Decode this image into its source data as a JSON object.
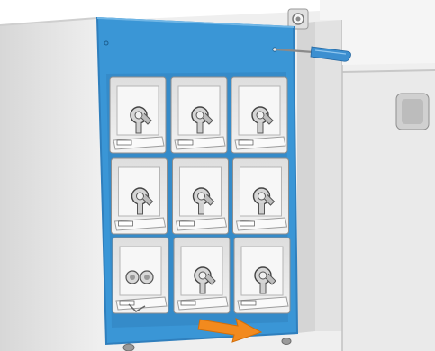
{
  "illustration": {
    "subject": "printer-ink-cartridge-drawer",
    "colors": {
      "panel_blue": "#3a96d6",
      "panel_blue_dark": "#2f7fbd",
      "cabinet_gray": "#e6e6e6",
      "cabinet_shadow": "#bdbdbd",
      "slot_bg": "#e9e9e9",
      "arrow_orange": "#f28a1e",
      "screwdriver_blue": "#3c8fd0"
    },
    "slots": [
      {
        "row": 1,
        "col": 1,
        "kind": "cartridge"
      },
      {
        "row": 1,
        "col": 2,
        "kind": "cartridge"
      },
      {
        "row": 1,
        "col": 3,
        "kind": "cartridge"
      },
      {
        "row": 2,
        "col": 1,
        "kind": "cartridge"
      },
      {
        "row": 2,
        "col": 2,
        "kind": "cartridge"
      },
      {
        "row": 2,
        "col": 3,
        "kind": "cartridge"
      },
      {
        "row": 3,
        "col": 1,
        "kind": "double-connector"
      },
      {
        "row": 3,
        "col": 2,
        "kind": "cartridge"
      },
      {
        "row": 3,
        "col": 3,
        "kind": "cartridge"
      }
    ],
    "icons": {
      "screwdriver": "screwdriver-icon",
      "pull_arrow": "arrow-right-icon",
      "power_button": "power-button-icon",
      "side_handle": "handle-icon",
      "screw": "screw-icon"
    }
  }
}
